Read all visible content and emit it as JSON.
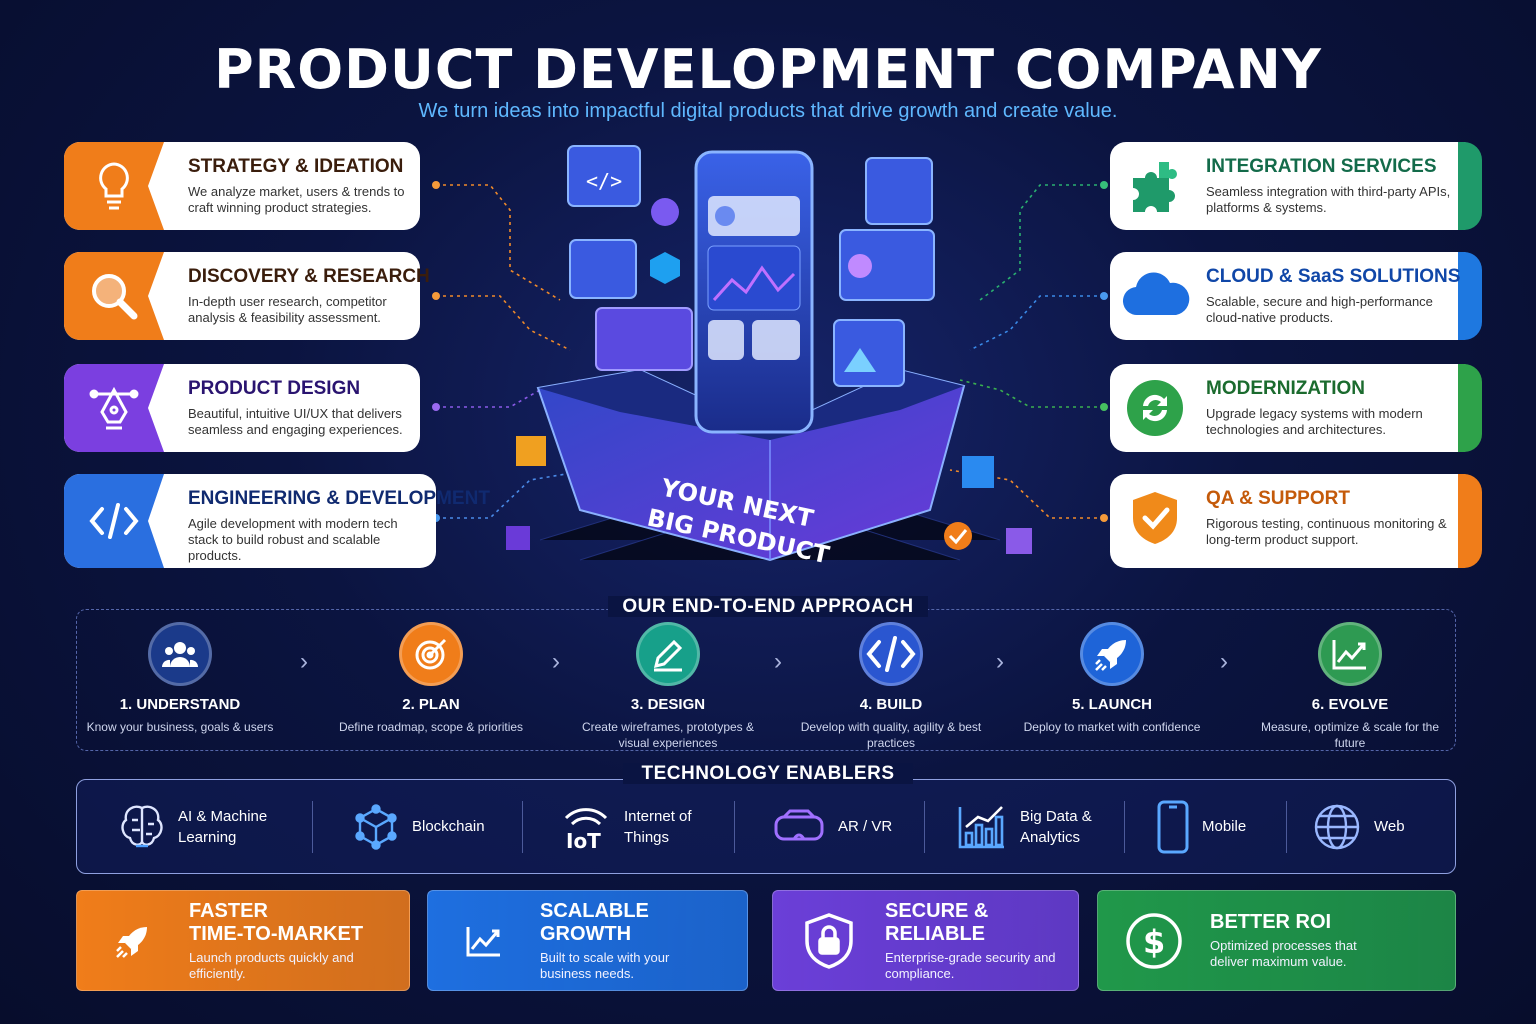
{
  "header": {
    "title": "PRODUCT DEVELOPMENT COMPANY",
    "subtitle": "We turn ideas into impactful digital products that drive growth and create value."
  },
  "left_services": [
    {
      "title": "STRATEGY & IDEATION",
      "desc": "We analyze market, users & trends to craft winning product strategies.",
      "icon": "lightbulb-icon",
      "color": "#f07d1a",
      "title_color": "#3a1d0c"
    },
    {
      "title": "DISCOVERY & RESEARCH",
      "desc": "In-depth user research, competitor analysis & feasibility assessment.",
      "icon": "magnifier-icon",
      "color": "#f07d1a",
      "title_color": "#3a1d0c"
    },
    {
      "title": "PRODUCT DESIGN",
      "desc": "Beautiful, intuitive UI/UX that delivers seamless and engaging experiences.",
      "icon": "pen-tool-icon",
      "color": "#7b3fe0",
      "title_color": "#2a1470"
    },
    {
      "title": "ENGINEERING & DEVELOPMENT",
      "desc": "Agile development with modern tech stack to build robust and scalable products.",
      "icon": "code-icon",
      "color": "#2a6fe0",
      "title_color": "#102a70"
    }
  ],
  "right_services": [
    {
      "title": "INTEGRATION SERVICES",
      "desc": "Seamless integration with third-party APIs, platforms & systems.",
      "icon": "puzzle-icon",
      "color": "#1f9a6a",
      "title_color": "#136b4a"
    },
    {
      "title": "CLOUD & SaaS SOLUTIONS",
      "desc": "Scalable, secure and high-performance cloud-native products.",
      "icon": "cloud-icon",
      "color": "#1e78e0",
      "title_color": "#1047a8"
    },
    {
      "title": "MODERNIZATION",
      "desc": "Upgrade legacy systems with modern technologies and architectures.",
      "icon": "refresh-icon",
      "color": "#2ea24a",
      "title_color": "#1b6b2e"
    },
    {
      "title": "QA & SUPPORT",
      "desc": "Rigorous testing, continuous monitoring & long-term product support.",
      "icon": "shield-check-icon",
      "color": "#f07d1a",
      "title_color": "#c45a0a"
    }
  ],
  "hero": {
    "box_label_line1": "YOUR NEXT",
    "box_label_line2": "BIG PRODUCT"
  },
  "approach": {
    "title": "OUR END-TO-END APPROACH",
    "steps": [
      {
        "name": "1. UNDERSTAND",
        "desc": "Know your business, goals & users",
        "icon": "users-icon",
        "color": "#1b3a8a"
      },
      {
        "name": "2. PLAN",
        "desc": "Define roadmap, scope & priorities",
        "icon": "target-icon",
        "color": "#f07d1a"
      },
      {
        "name": "3. DESIGN",
        "desc": "Create wireframes, prototypes & visual experiences",
        "icon": "pencil-icon",
        "color": "#17a08a"
      },
      {
        "name": "4. BUILD",
        "desc": "Develop with quality, agility & best practices",
        "icon": "code-icon",
        "color": "#2a56d0"
      },
      {
        "name": "5. LAUNCH",
        "desc": "Deploy to market with confidence",
        "icon": "rocket-icon",
        "color": "#1e64d8"
      },
      {
        "name": "6. EVOLVE",
        "desc": "Measure, optimize & scale for the future",
        "icon": "growth-chart-icon",
        "color": "#2e9a52"
      }
    ]
  },
  "tech": {
    "title": "TECHNOLOGY ENABLERS",
    "items": [
      {
        "label": "AI & Machine Learning",
        "line1": "AI & Machine",
        "line2": "Learning",
        "icon": "brain-icon"
      },
      {
        "label": "Blockchain",
        "line1": "Blockchain",
        "line2": "",
        "icon": "blockchain-icon"
      },
      {
        "label": "Internet of Things",
        "line1": "Internet of",
        "line2": "Things",
        "icon": "iot-icon"
      },
      {
        "label": "AR / VR",
        "line1": "AR / VR",
        "line2": "",
        "icon": "vr-headset-icon"
      },
      {
        "label": "Big Data & Analytics",
        "line1": "Big Data &",
        "line2": "Analytics",
        "icon": "bar-chart-icon"
      },
      {
        "label": "Mobile",
        "line1": "Mobile",
        "line2": "",
        "icon": "mobile-icon"
      },
      {
        "label": "Web",
        "line1": "Web",
        "line2": "",
        "icon": "globe-icon"
      }
    ]
  },
  "benefits": [
    {
      "title1": "FASTER",
      "title2": "TIME-TO-MARKET",
      "desc": "Launch products quickly and efficiently.",
      "icon": "rocket-icon",
      "color": "#f07d1a"
    },
    {
      "title1": "SCALABLE",
      "title2": "GROWTH",
      "desc": "Built to scale with your business needs.",
      "icon": "growth-chart-icon",
      "color": "#1e6fe0"
    },
    {
      "title1": "SECURE &",
      "title2": "RELIABLE",
      "desc": "Enterprise-grade security and compliance.",
      "icon": "shield-lock-icon",
      "color": "#6b3fd8"
    },
    {
      "title1": "BETTER ROI",
      "title2": "",
      "desc": "Optimized processes that deliver maximum value.",
      "icon": "dollar-icon",
      "color": "#20984a"
    }
  ]
}
